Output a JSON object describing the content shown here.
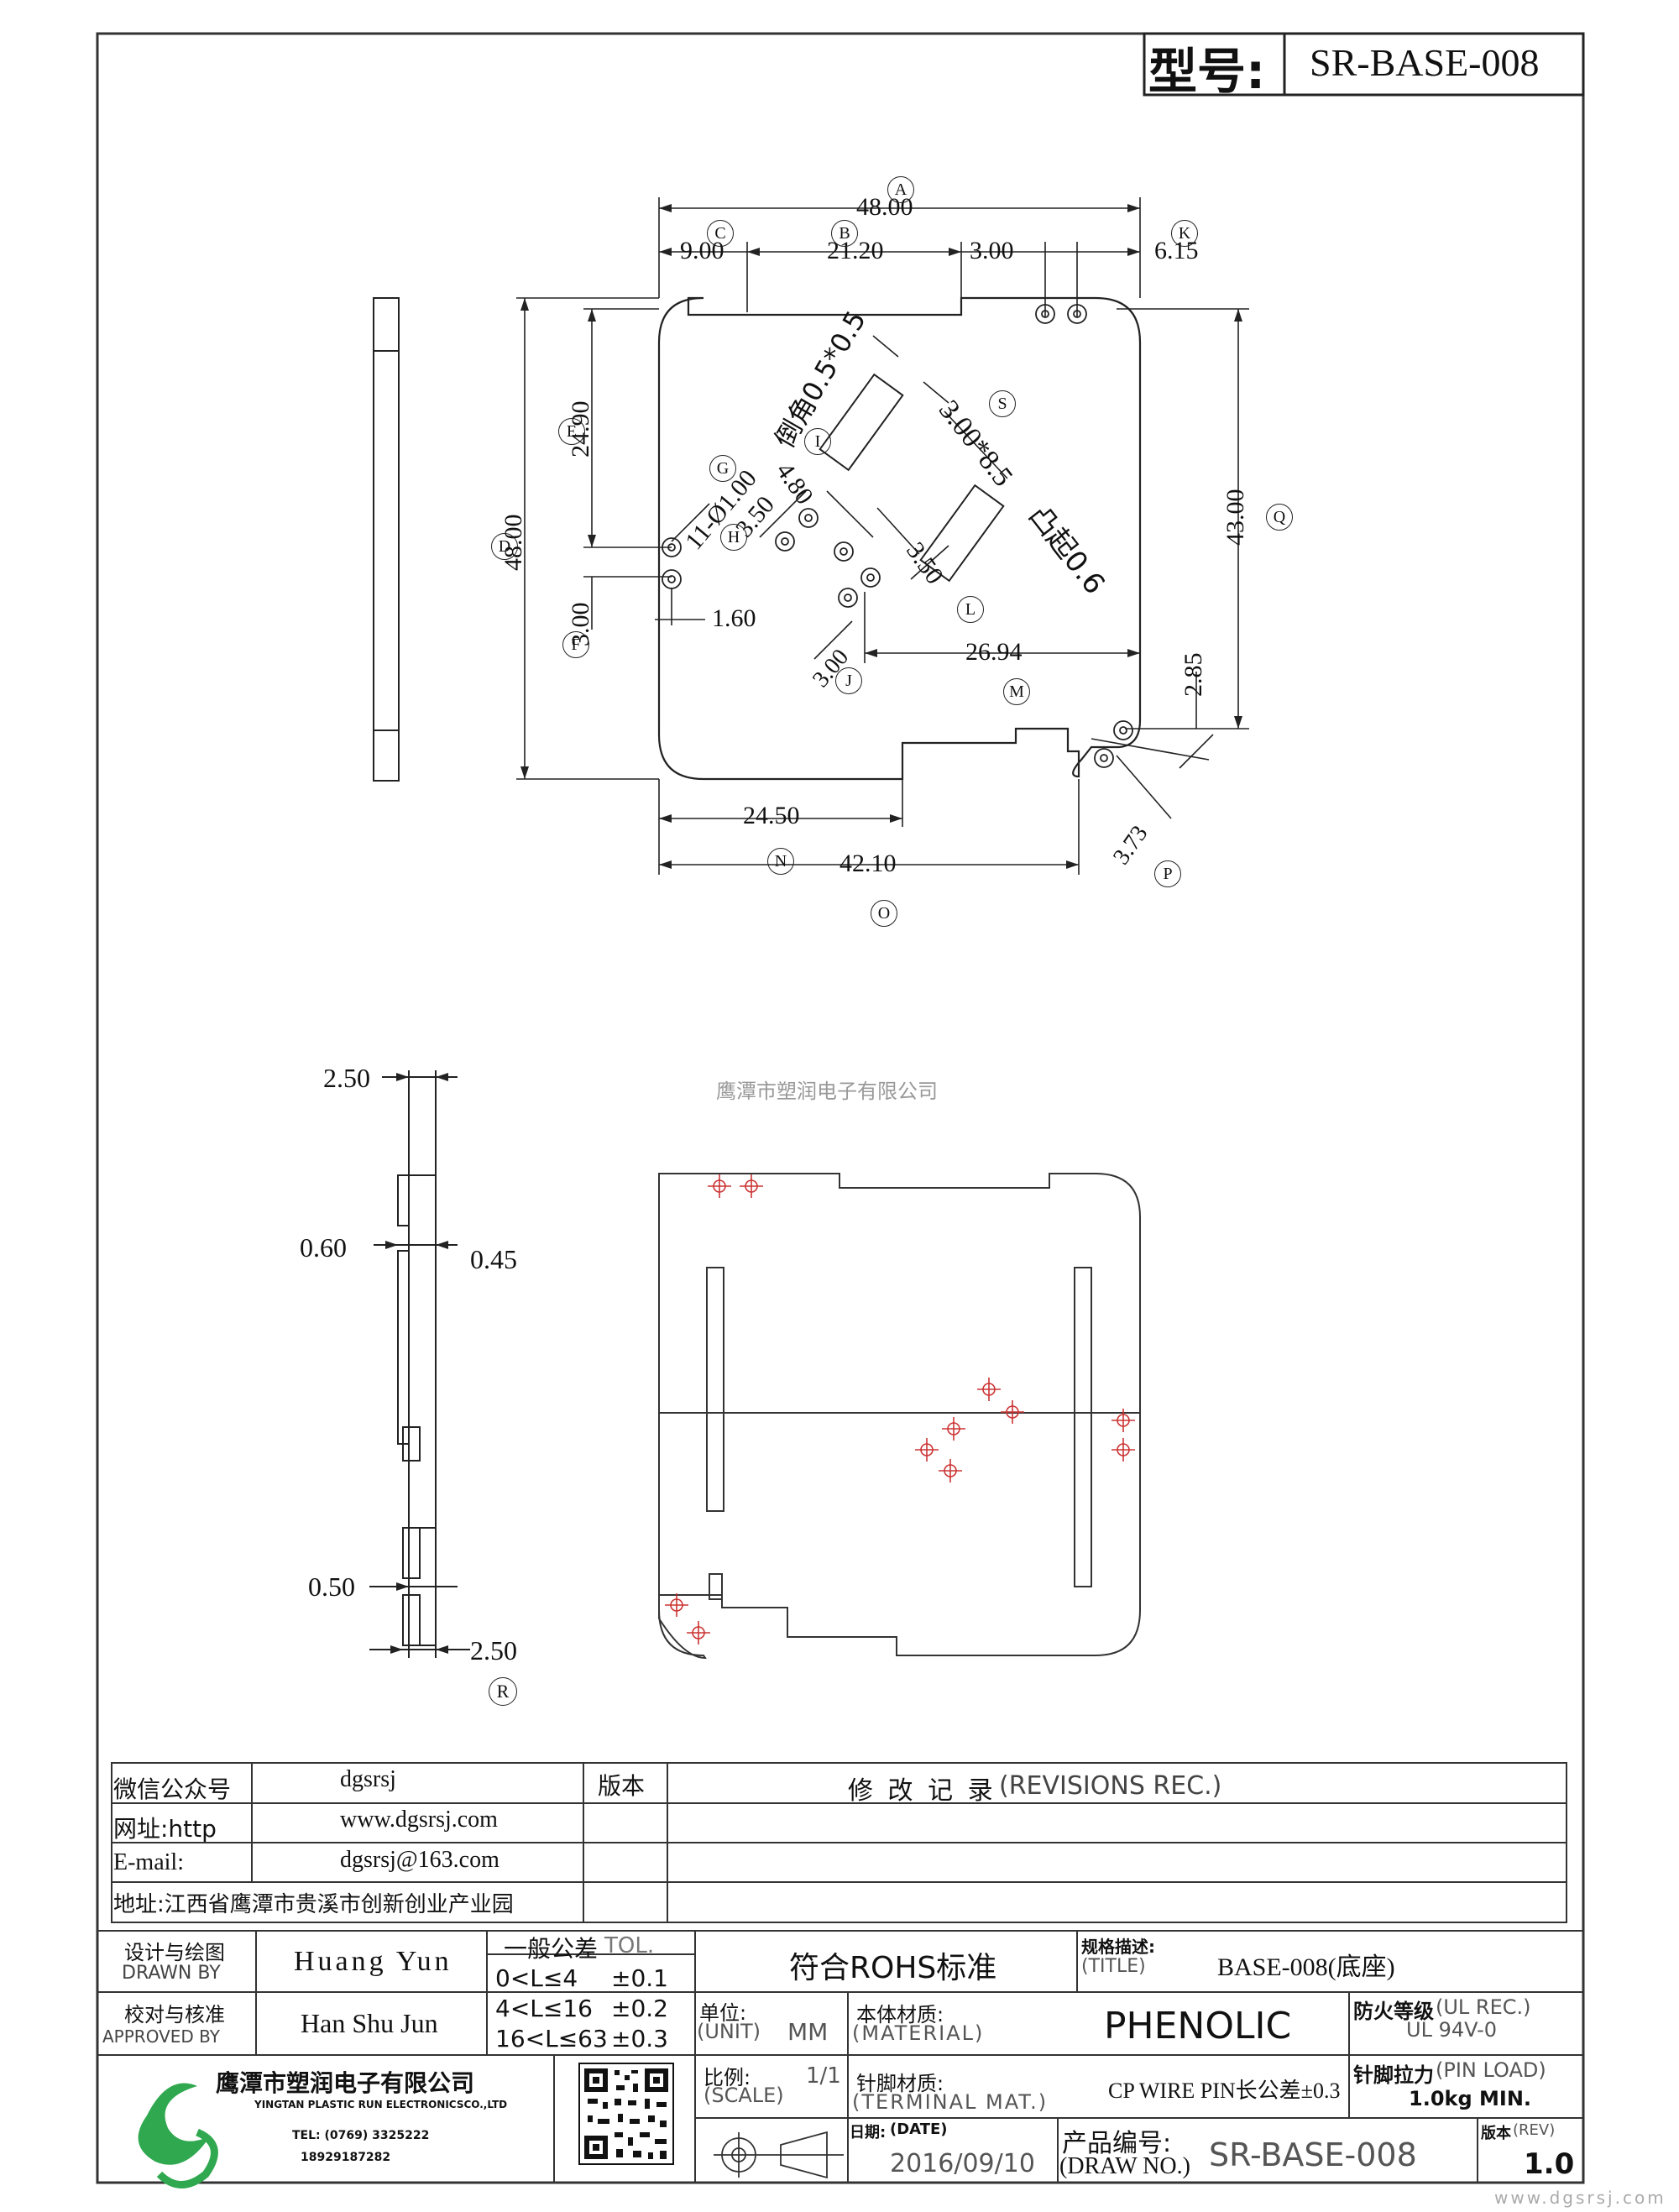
{
  "header": {
    "model_label": "型号:",
    "model_value": "SR-BASE-008"
  },
  "top_view": {
    "dims": {
      "A": "48.00",
      "C": "9.00",
      "B": "21.20",
      "gap": "3.00",
      "K": "6.15",
      "E": "24.90",
      "D": "48.00",
      "F": "3.00",
      "F_w": "1.60",
      "Q": "43.00",
      "H": "3.50",
      "I": "4.80",
      "L": "3.50",
      "J": "3.00",
      "M": "26.94",
      "m_h": "2.85",
      "N": "24.50",
      "O": "42.10",
      "P": "3.73",
      "G": "11-Ø1.00",
      "chamfer": "倒角0.5*0.5",
      "S": "3.00*8.5",
      "boss": "凸起0.6"
    },
    "letters": [
      "A",
      "B",
      "C",
      "D",
      "E",
      "F",
      "G",
      "H",
      "I",
      "J",
      "K",
      "L",
      "M",
      "N",
      "O",
      "P",
      "Q",
      "S"
    ]
  },
  "side_view": {
    "dims": {
      "top": "2.50",
      "a": "0.60",
      "b": "0.45",
      "c": "0.50",
      "bottom": "2.50"
    },
    "letter": "R"
  },
  "watermark": "鹰潭市塑润电子有限公司",
  "info_table": {
    "wechat_label": "微信公众号",
    "wechat_value": "dgsrsj",
    "web_label": "网址:http",
    "web_value": "www.dgsrsj.com",
    "email_label": "E-mail:",
    "email_value": "dgsrsj@163.com",
    "address": "地址:江西省鹰潭市贵溪市创新创业产业园",
    "version_label": "版本",
    "revisions_cn": "修 改 记 录",
    "revisions_en": "(REVISIONS REC.)"
  },
  "title_block": {
    "drawn_cn": "设计与绘图",
    "drawn_en": "DRAWN BY",
    "drawn_name": "Huang Yun",
    "approved_cn": "校对与核准",
    "approved_en": "APPROVED BY",
    "approved_name": "Han Shu Jun",
    "tol_cn": "一般公差",
    "tol_en": "TOL.",
    "tol_rows": [
      {
        "range": "0<L≤4",
        "value": "±0.1"
      },
      {
        "range": "4<L≤16",
        "value": "±0.2"
      },
      {
        "range": "16<L≤63",
        "value": "±0.3"
      }
    ],
    "rohs": "符合ROHS标准",
    "title_cn": "规格描述:",
    "title_en": "(TITLE)",
    "title_value": "BASE-008(底座)",
    "unit_cn": "单位:",
    "unit_en": "(UNIT)",
    "unit_value": "MM",
    "material_cn": "本体材质:",
    "material_en": "(MATERIAL)",
    "material_value": "PHENOLIC",
    "fire_cn": "防火等级",
    "fire_en": "(UL REC.)",
    "fire_value": "UL 94V-0",
    "scale_cn": "比例:",
    "scale_en": "(SCALE)",
    "scale_value": "1/1",
    "terminal_cn": "针脚材质:",
    "terminal_en": "(TERMINAL MAT.)",
    "terminal_value": "CP WIRE  PIN长公差±0.3",
    "pin_load_cn": "针脚拉力",
    "pin_load_en": "(PIN LOAD)",
    "pin_load_value": "1.0kg MIN.",
    "date_cn": "日期:",
    "date_en": "(DATE)",
    "date_value": "2016/09/10",
    "drawno_cn": "产品编号:",
    "drawno_en": "(DRAW NO.)",
    "drawno_value": "SR-BASE-008",
    "rev_cn": "版本",
    "rev_en": "(REV)",
    "rev_value": "1.0"
  },
  "company": {
    "name_cn": "鹰潭市塑润电子有限公司",
    "name_en": "YINGTAN PLASTIC RUN ELECTRONICSCO.,LTD",
    "tel": "TEL: (0769) 3325222",
    "mobile": "18929187282"
  },
  "footer_watermark": "www.dgsrsj.com"
}
